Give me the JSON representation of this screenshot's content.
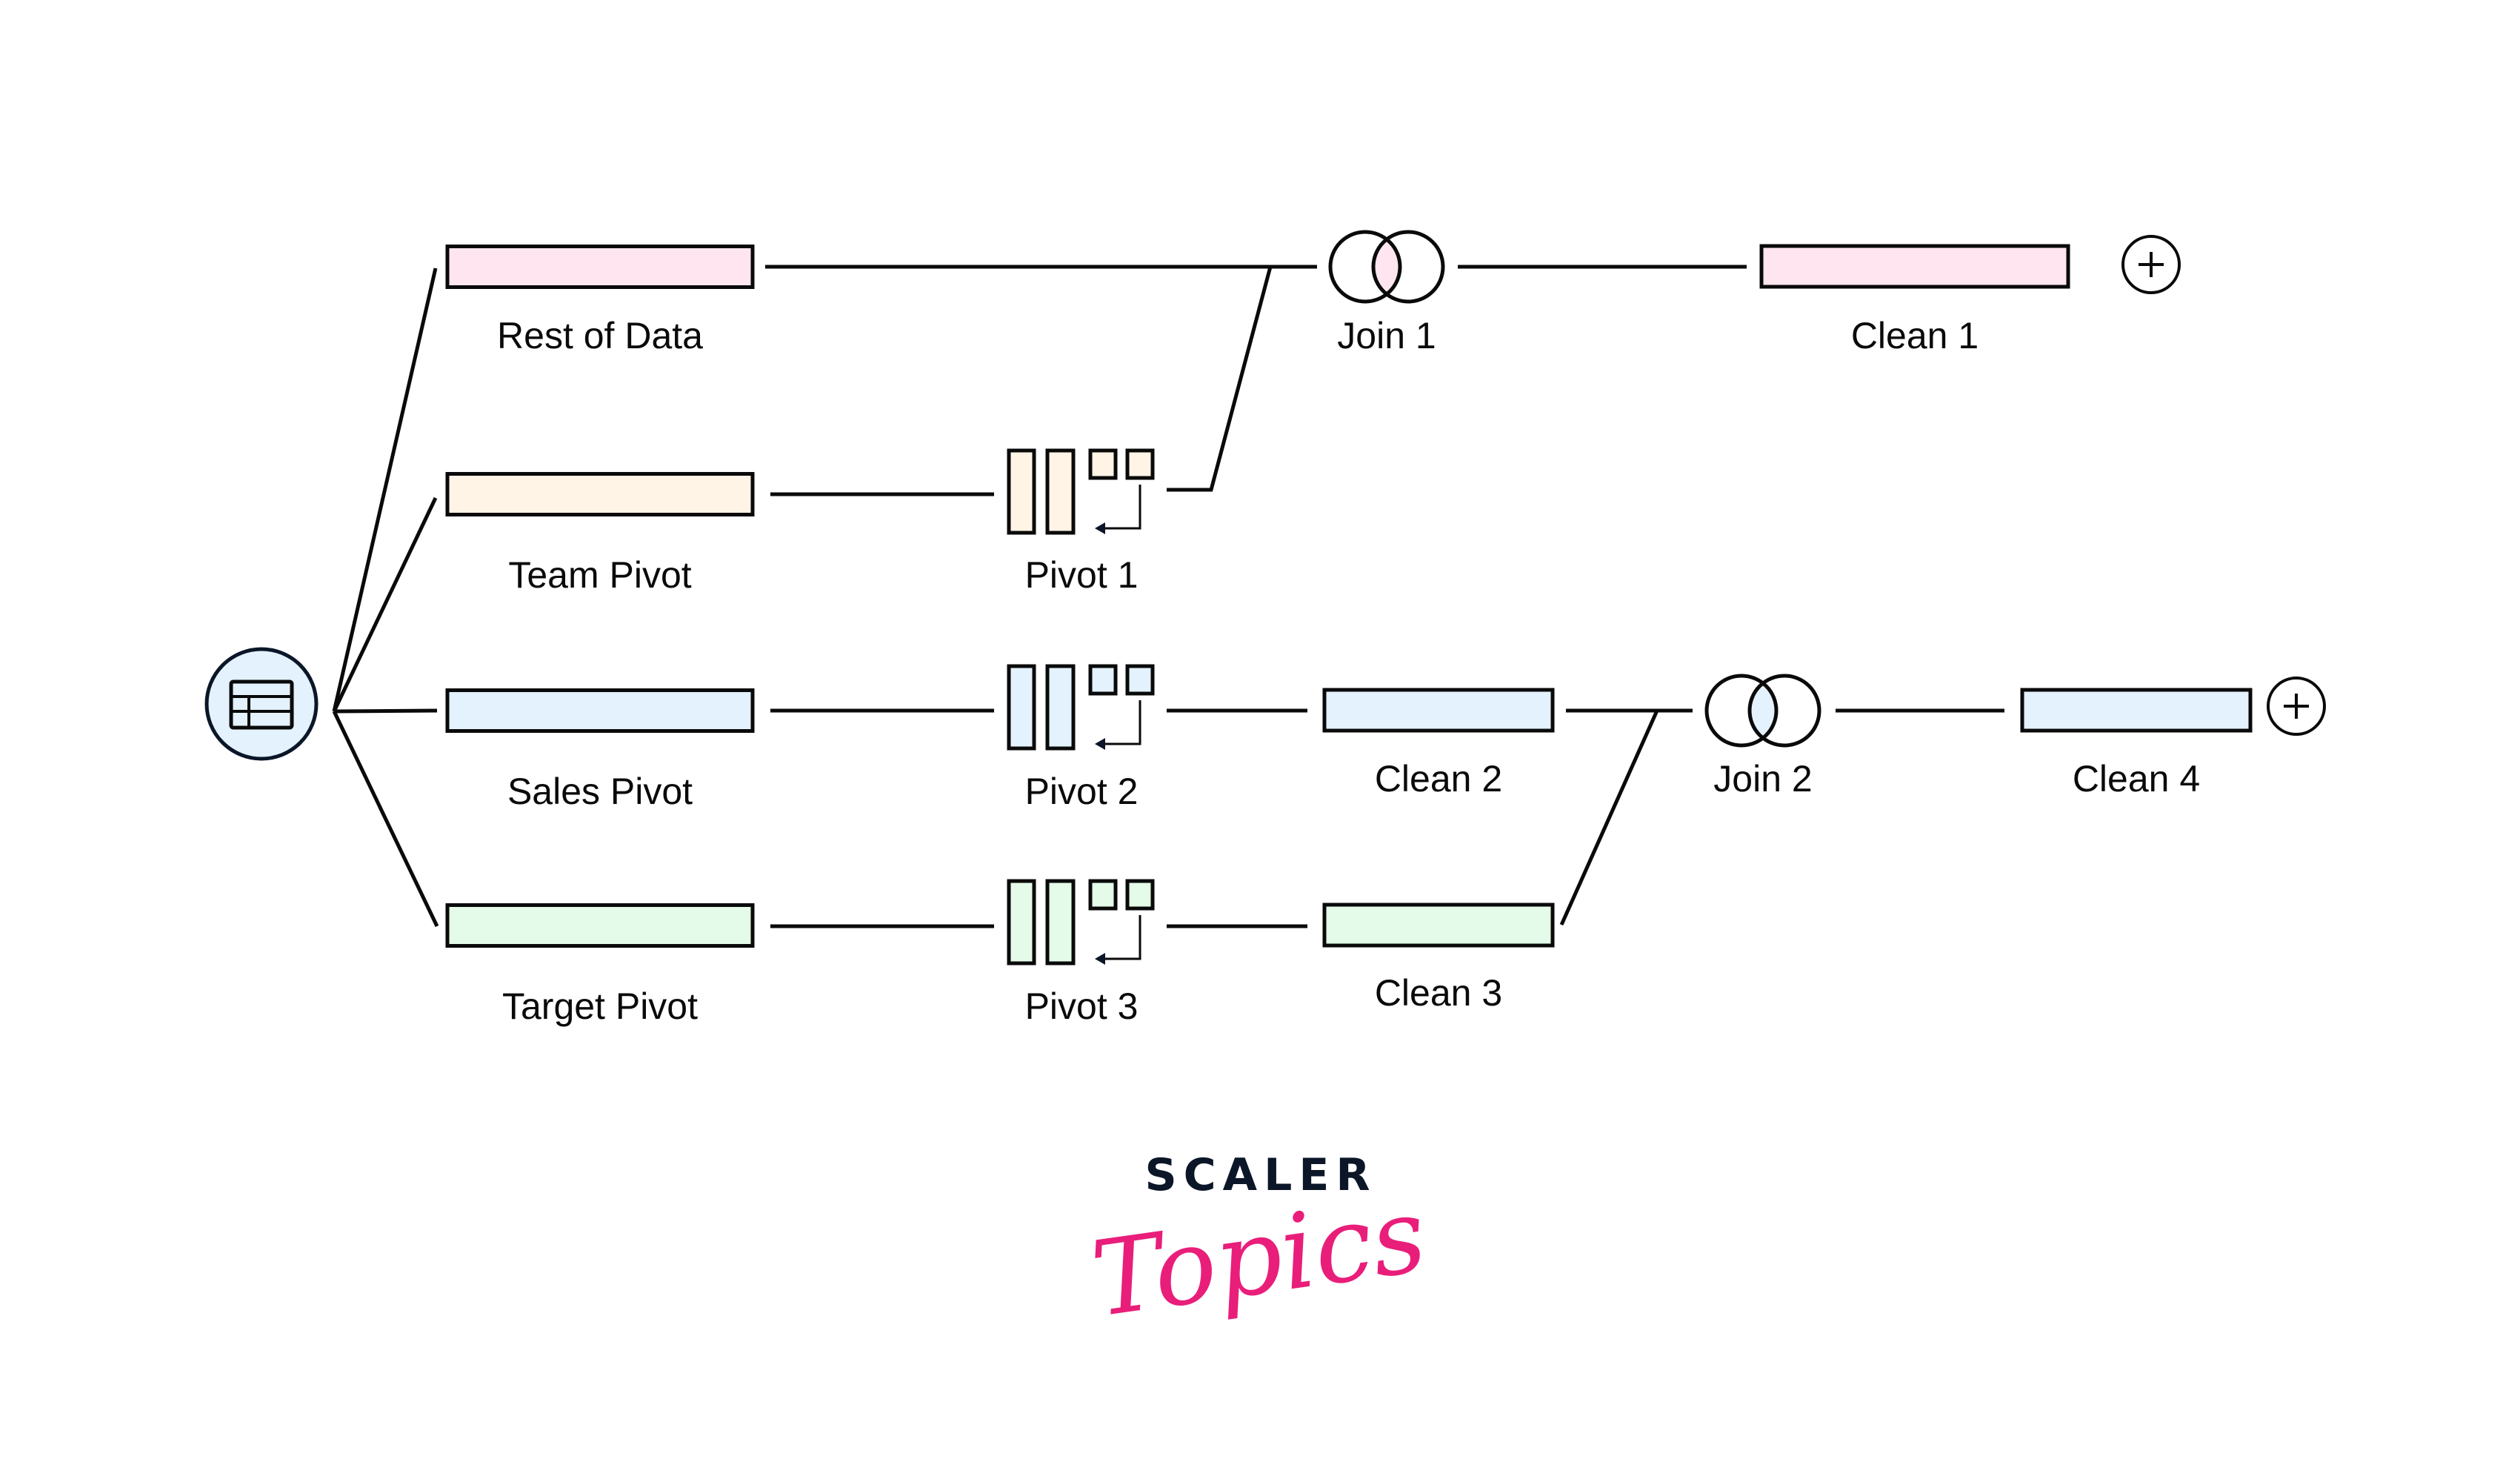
{
  "colors": {
    "pink": "#ffe5ef",
    "peach": "#fff4e5",
    "blue": "#e3f2fd",
    "green": "#e3fbe8",
    "stroke": "#0a0a0a",
    "navy": "#0b1628",
    "brand_pink": "#e91e7a"
  },
  "source": {
    "label": "",
    "icon": "table-icon"
  },
  "rows": [
    {
      "id": "rest",
      "label": "Rest of Data",
      "color": "pink"
    },
    {
      "id": "team",
      "label": "Team Pivot",
      "color": "peach"
    },
    {
      "id": "sales",
      "label": "Sales Pivot",
      "color": "blue"
    },
    {
      "id": "target",
      "label": "Target Pivot",
      "color": "green"
    }
  ],
  "pivots": [
    {
      "label": "Pivot 1",
      "color": "peach",
      "icon": "pivot-icon"
    },
    {
      "label": "Pivot 2",
      "color": "blue",
      "icon": "pivot-icon"
    },
    {
      "label": "Pivot 3",
      "color": "green",
      "icon": "pivot-icon"
    }
  ],
  "cleans": {
    "clean1": {
      "label": "Clean 1",
      "color": "pink"
    },
    "clean2": {
      "label": "Clean 2",
      "color": "blue"
    },
    "clean3": {
      "label": "Clean 3",
      "color": "green"
    },
    "clean4": {
      "label": "Clean 4",
      "color": "blue"
    }
  },
  "joins": {
    "join1": {
      "label": "Join 1",
      "color": "pink",
      "icon": "join-icon"
    },
    "join2": {
      "label": "Join 2",
      "color": "blue",
      "icon": "join-icon"
    }
  },
  "add_buttons": [
    {
      "icon": "plus-circle-icon",
      "after": "Clean 1"
    },
    {
      "icon": "plus-circle-icon",
      "after": "Clean 4"
    }
  ],
  "logo": {
    "line1": "SCALER",
    "line2": "Topics"
  }
}
